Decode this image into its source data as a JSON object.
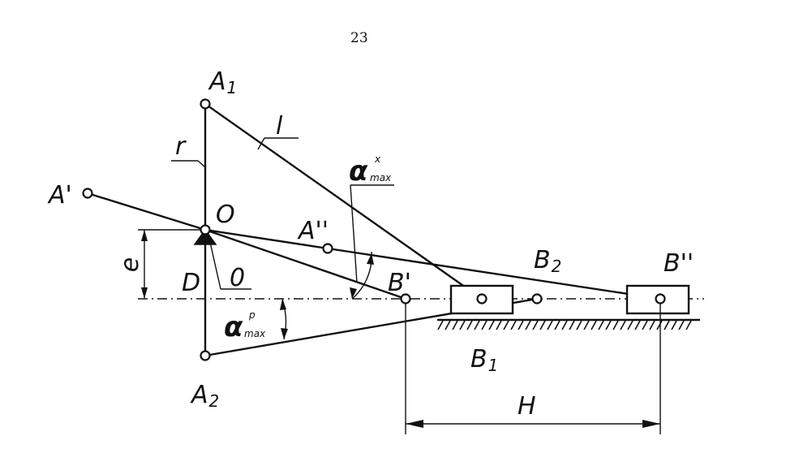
{
  "page_number": "23",
  "labels": {
    "A1": {
      "main": "A",
      "sub": "1"
    },
    "A2": {
      "main": "A",
      "sub": "2"
    },
    "A_prime": "A'",
    "A_dprime": "A''",
    "O": "O",
    "zero": "0",
    "D": "D",
    "e": "e",
    "r": "r",
    "l": "l",
    "B_prime": "B'",
    "B_dprime": "B''",
    "B1": {
      "main": "B",
      "sub": "1"
    },
    "B2": {
      "main": "B",
      "sub": "2"
    },
    "H": "H",
    "alpha_x": {
      "symbol": "α",
      "sup": "x",
      "sub": "max"
    },
    "alpha_p": {
      "symbol": "α",
      "sup": "p",
      "sub": "max"
    }
  }
}
